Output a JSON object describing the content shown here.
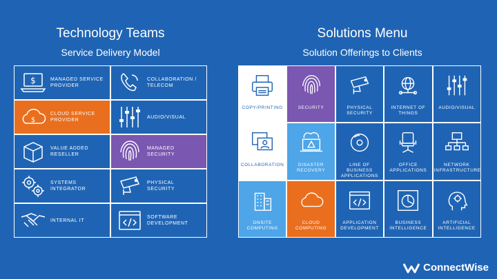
{
  "left": {
    "title": "Technology Teams",
    "subtitle": "Service Delivery Model"
  },
  "right": {
    "title": "Solutions Menu",
    "subtitle": "Solution Offerings to Clients"
  },
  "left_items": [
    {
      "label": "MANAGED SERVICE PROVIDER",
      "icon": "dollar-laptop-icon",
      "color": "#1f64b4"
    },
    {
      "label": "COLLABORATION / TELECOM",
      "icon": "phone-icon",
      "color": "#1f64b4"
    },
    {
      "label": "CLOUD SERVICE PROVIDER",
      "icon": "cloud-dollar-icon",
      "color": "#e96f1e"
    },
    {
      "label": "AUDIO/VISUAL",
      "icon": "audio-sliders-icon",
      "color": "#1f64b4"
    },
    {
      "label": "VALUE ADDED RESELLER",
      "icon": "box-icon",
      "color": "#1f64b4"
    },
    {
      "label": "MANAGED SECURITY",
      "icon": "fingerprint-icon",
      "color": "#7a57b0"
    },
    {
      "label": "SYSTEMS INTEGRATOR",
      "icon": "gears-icon",
      "color": "#1f64b4"
    },
    {
      "label": "PHYSICAL SECURITY",
      "icon": "security-camera-icon",
      "color": "#1f64b4"
    },
    {
      "label": "INTERNAL IT",
      "icon": "handshake-icon",
      "color": "#1f64b4"
    },
    {
      "label": "SOFTWARE DEVELOPMENT",
      "icon": "code-window-icon",
      "color": "#1f64b4"
    }
  ],
  "right_items": [
    {
      "label": "COPY/PRINTING",
      "icon": "printer-icon",
      "style": "white"
    },
    {
      "label": "SECURITY",
      "icon": "fingerprint-icon",
      "style": "purple"
    },
    {
      "label": "PHYSICAL SECURITY",
      "icon": "security-camera-icon",
      "style": "blue"
    },
    {
      "label": "INTERNET OF THINGS",
      "icon": "iot-globe-icon",
      "style": "blue"
    },
    {
      "label": "AUDIO/VISUAL",
      "icon": "audio-sliders-icon",
      "style": "blue"
    },
    {
      "label": "COLLABORATION",
      "icon": "video-conference-icon",
      "style": "white"
    },
    {
      "label": "DISASTER RECOVERY",
      "icon": "alert-laptop-icon",
      "style": "light"
    },
    {
      "label": "LINE OF BUSINESS APPLICATIONS",
      "icon": "disc-icon",
      "style": "blue"
    },
    {
      "label": "OFFICE APPLICATIONS",
      "icon": "office-chair-icon",
      "style": "blue"
    },
    {
      "label": "NETWORK INFRASTRUCTURE",
      "icon": "network-icon",
      "style": "blue"
    },
    {
      "label": "ONSITE COMPUTING",
      "icon": "building-icon",
      "style": "light"
    },
    {
      "label": "CLOUD COMPUTING",
      "icon": "cloud-icon",
      "style": "orange"
    },
    {
      "label": "APPLICATION DEVELOPMENT",
      "icon": "code-window-icon",
      "style": "blue"
    },
    {
      "label": "BUSINESS INTELLIGENCE",
      "icon": "pie-chart-icon",
      "style": "blue"
    },
    {
      "label": "ARTIFICIAL INTELLIGENCE",
      "icon": "brain-head-icon",
      "style": "blue"
    }
  ],
  "logo": {
    "name": "ConnectWise"
  }
}
